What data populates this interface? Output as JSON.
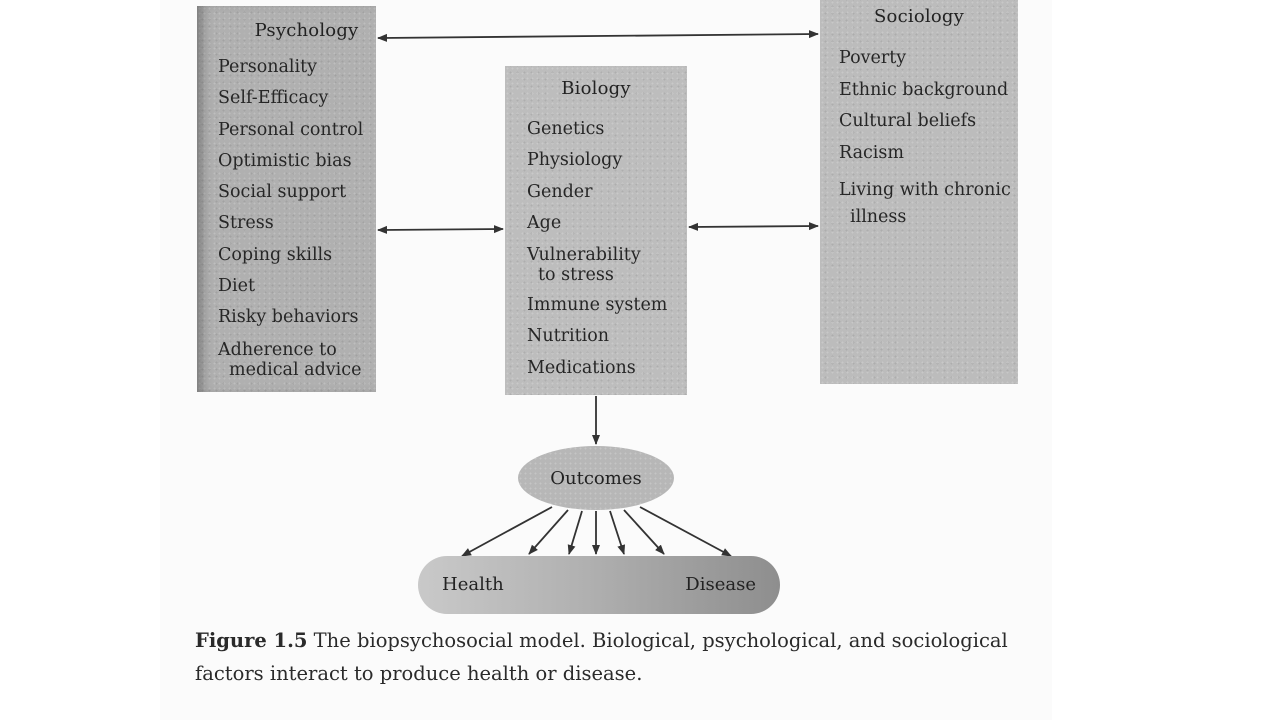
{
  "psychology": {
    "title": "Psychology",
    "items": [
      "Personality",
      "Self-Efficacy",
      "Personal control",
      "Optimistic bias",
      "Social support",
      "Stress",
      "Coping skills",
      "Diet",
      "Risky behaviors"
    ],
    "last_item": [
      "Adherence to",
      "medical advice"
    ]
  },
  "biology": {
    "title": "Biology",
    "items_a": [
      "Genetics",
      "Physiology",
      "Gender",
      "Age"
    ],
    "two_line": [
      "Vulnerability",
      "to stress"
    ],
    "items_b": [
      "Immune system",
      "Nutrition",
      "Medications"
    ]
  },
  "sociology": {
    "title": "Sociology",
    "items": [
      "Poverty",
      "Ethnic background",
      "Cultural beliefs",
      "Racism"
    ],
    "last_item": [
      "Living with chronic",
      "illness"
    ]
  },
  "outcomes": {
    "label": "Outcomes"
  },
  "spectrum": {
    "left": "Health",
    "right": "Disease"
  },
  "caption": {
    "label": "Figure 1.5",
    "text": "The biopsychosocial model. Biological, psychological, and sociological factors interact to produce health or disease."
  }
}
